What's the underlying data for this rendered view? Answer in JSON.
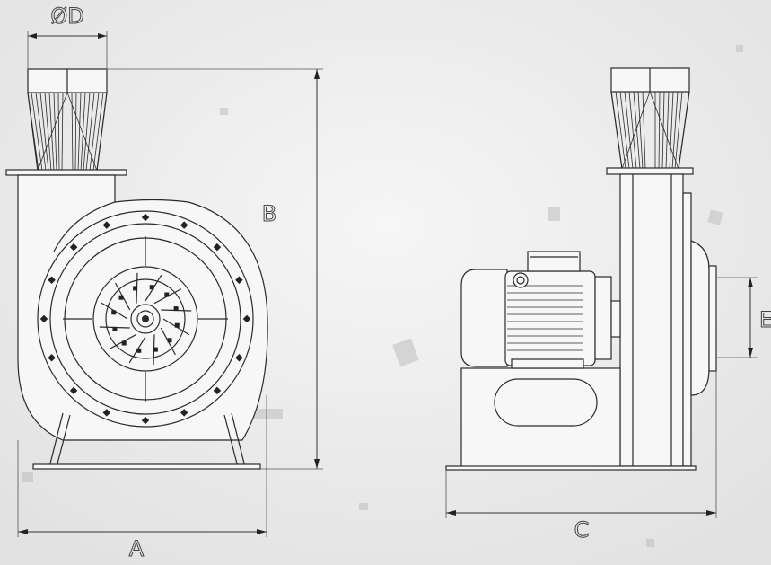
{
  "dimensions": {
    "diameter": "ØD",
    "height": "B",
    "width": "A",
    "depth": "C",
    "outlet": "E"
  },
  "colors": {
    "background": "#eeeeee",
    "line": "#2a2a2a"
  }
}
